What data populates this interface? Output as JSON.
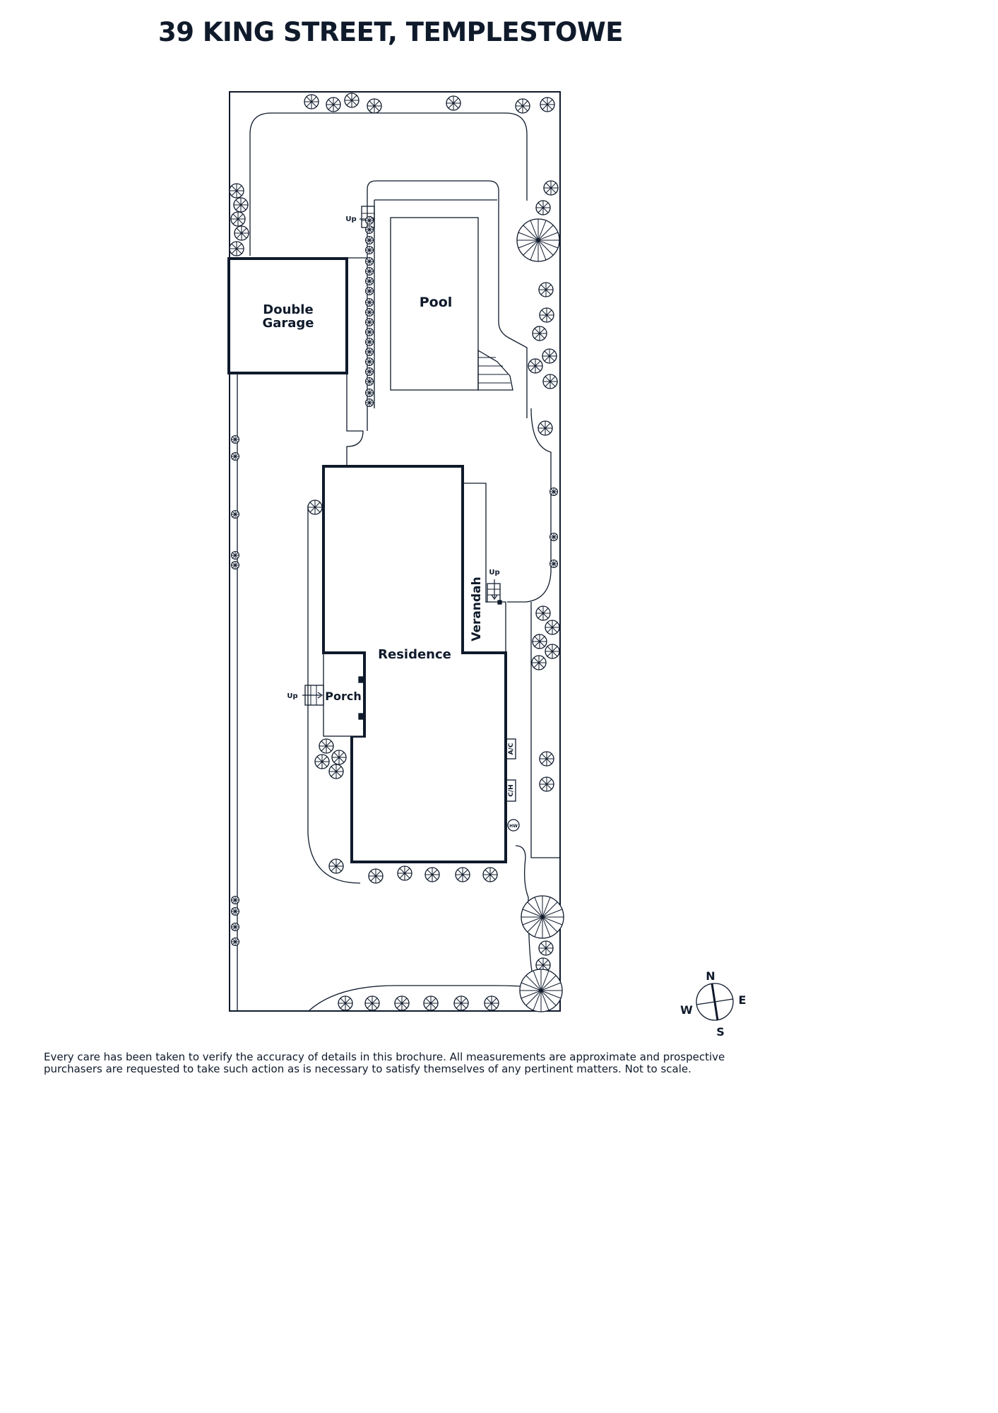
{
  "title": "39 KING STREET, TEMPLESTOWE",
  "labels": {
    "double_garage_line1": "Double",
    "double_garage_line2": "Garage",
    "pool": "Pool",
    "residence": "Residence",
    "verandah": "Verandah",
    "porch": "Porch",
    "up_pool": "Up",
    "up_verandah": "Up",
    "up_porch": "Up",
    "ac": "A/C",
    "ch": "C/H",
    "hw": "HW"
  },
  "compass": {
    "n": "N",
    "e": "E",
    "s": "S",
    "w": "W"
  },
  "disclaimer_line1": "Every care has been taken to verify the accuracy of details in this brochure. All measurements are approximate and prospective",
  "disclaimer_line2": "purchasers are requested to take such action as is necessary to satisfy themselves of any pertinent matters. Not to scale.",
  "colors": {
    "ink": "#0f1a2b",
    "background": "#ffffff"
  }
}
